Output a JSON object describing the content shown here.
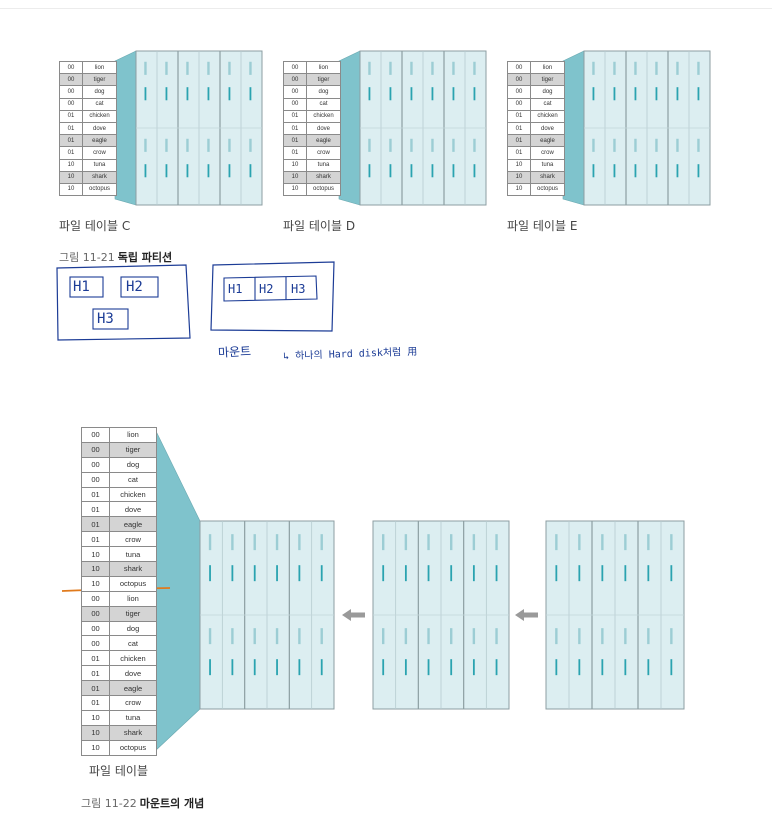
{
  "file_table_rows": [
    {
      "code": "00",
      "name": "lion",
      "shaded": false
    },
    {
      "code": "00",
      "name": "tiger",
      "shaded": true
    },
    {
      "code": "00",
      "name": "dog",
      "shaded": false
    },
    {
      "code": "00",
      "name": "cat",
      "shaded": false
    },
    {
      "code": "01",
      "name": "chicken",
      "shaded": false
    },
    {
      "code": "01",
      "name": "dove",
      "shaded": false
    },
    {
      "code": "01",
      "name": "eagle",
      "shaded": true
    },
    {
      "code": "01",
      "name": "crow",
      "shaded": false
    },
    {
      "code": "10",
      "name": "tuna",
      "shaded": false
    },
    {
      "code": "10",
      "name": "shark",
      "shaded": true
    },
    {
      "code": "10",
      "name": "octopus",
      "shaded": false
    }
  ],
  "figure_21": {
    "captions": [
      "파일 테이블 C",
      "파일 테이블 D",
      "파일 테이블 E"
    ],
    "fig_number": "그림 11-21",
    "fig_title": "독립 파티션"
  },
  "figure_22": {
    "caption": "파일 테이블",
    "fig_number": "그림 11-22",
    "fig_title": "마운트의 개념"
  },
  "handwriting": {
    "box1_labels": [
      "H1",
      "H2",
      "H3"
    ],
    "box2_labels": [
      "H1",
      "H2",
      "H3"
    ],
    "note_left": "마운트",
    "note_right": "↳ 하나의 Hard disk처럼 用"
  },
  "colors": {
    "cabinet_face": "#dceef1",
    "cabinet_side": "#7fc3cc",
    "handle": "#2aa3b0",
    "ink": "#1c3c96",
    "annotation_line": "#e07a1c"
  }
}
